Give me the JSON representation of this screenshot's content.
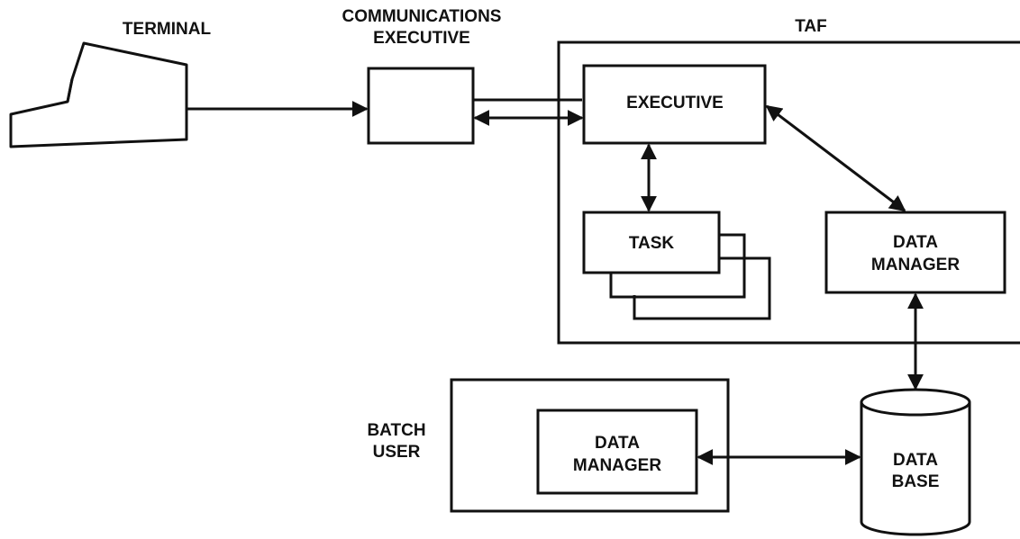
{
  "labels": {
    "terminal": "TERMINAL",
    "comm_exec_line1": "COMMUNICATIONS",
    "comm_exec_line2": "EXECUTIVE",
    "taf": "TAF",
    "executive": "EXECUTIVE",
    "task": "TASK",
    "data_manager_taf_line1": "DATA",
    "data_manager_taf_line2": "MANAGER",
    "batch_user_line1": "BATCH",
    "batch_user_line2": "USER",
    "data_manager_batch_line1": "DATA",
    "data_manager_batch_line2": "MANAGER",
    "data_base_line1": "DATA",
    "data_base_line2": "BASE"
  }
}
